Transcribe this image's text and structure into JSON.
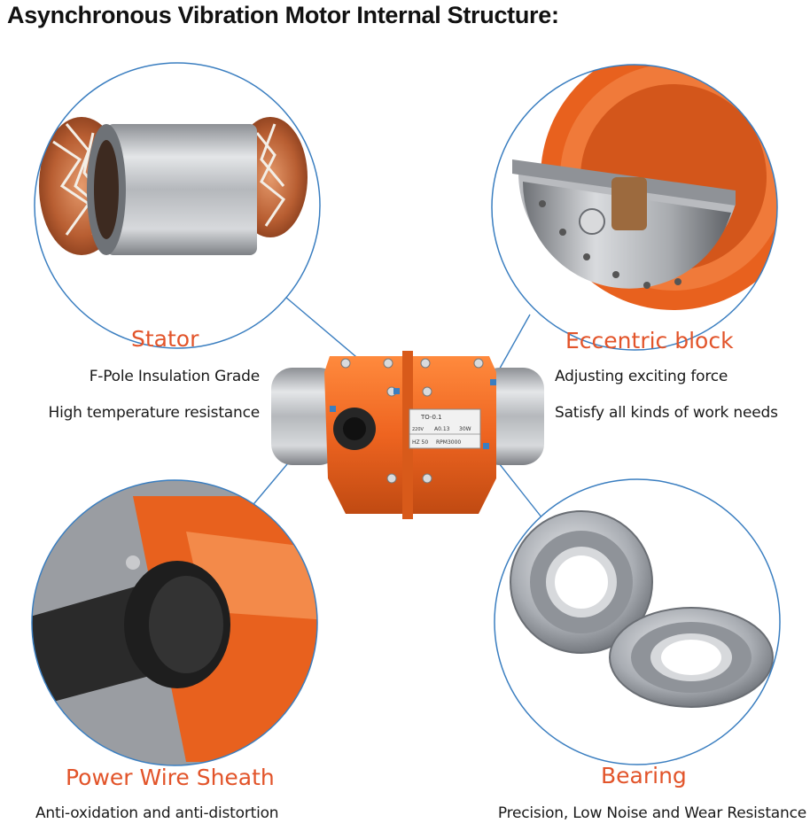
{
  "title": "Asynchronous Vibration Motor Internal Structure:",
  "colors": {
    "accent": "#e2542a",
    "circle": "#3a7ec0",
    "motor": "#f06a22",
    "steel": "#c6c8cb"
  },
  "parts": {
    "stator": {
      "label": "Stator",
      "desc1": "F-Pole Insulation Grade",
      "desc2": "High temperature resistance"
    },
    "eccentric": {
      "label": "Eccentric block",
      "desc1": "Adjusting exciting force",
      "desc2": "Satisfy all kinds of work needs"
    },
    "wire": {
      "label": "Power Wire Sheath",
      "desc1": "Anti-oxidation and anti-distortion"
    },
    "bearing": {
      "label": "Bearing",
      "desc1": "Precision, Low Noise and Wear Resistance"
    }
  },
  "nameplate": {
    "model": "TO-0.1",
    "row1a": "220V",
    "row1b": "A0.13",
    "row1c": "30W",
    "row2a": "HZ 50",
    "row2b": "RPM3000"
  }
}
